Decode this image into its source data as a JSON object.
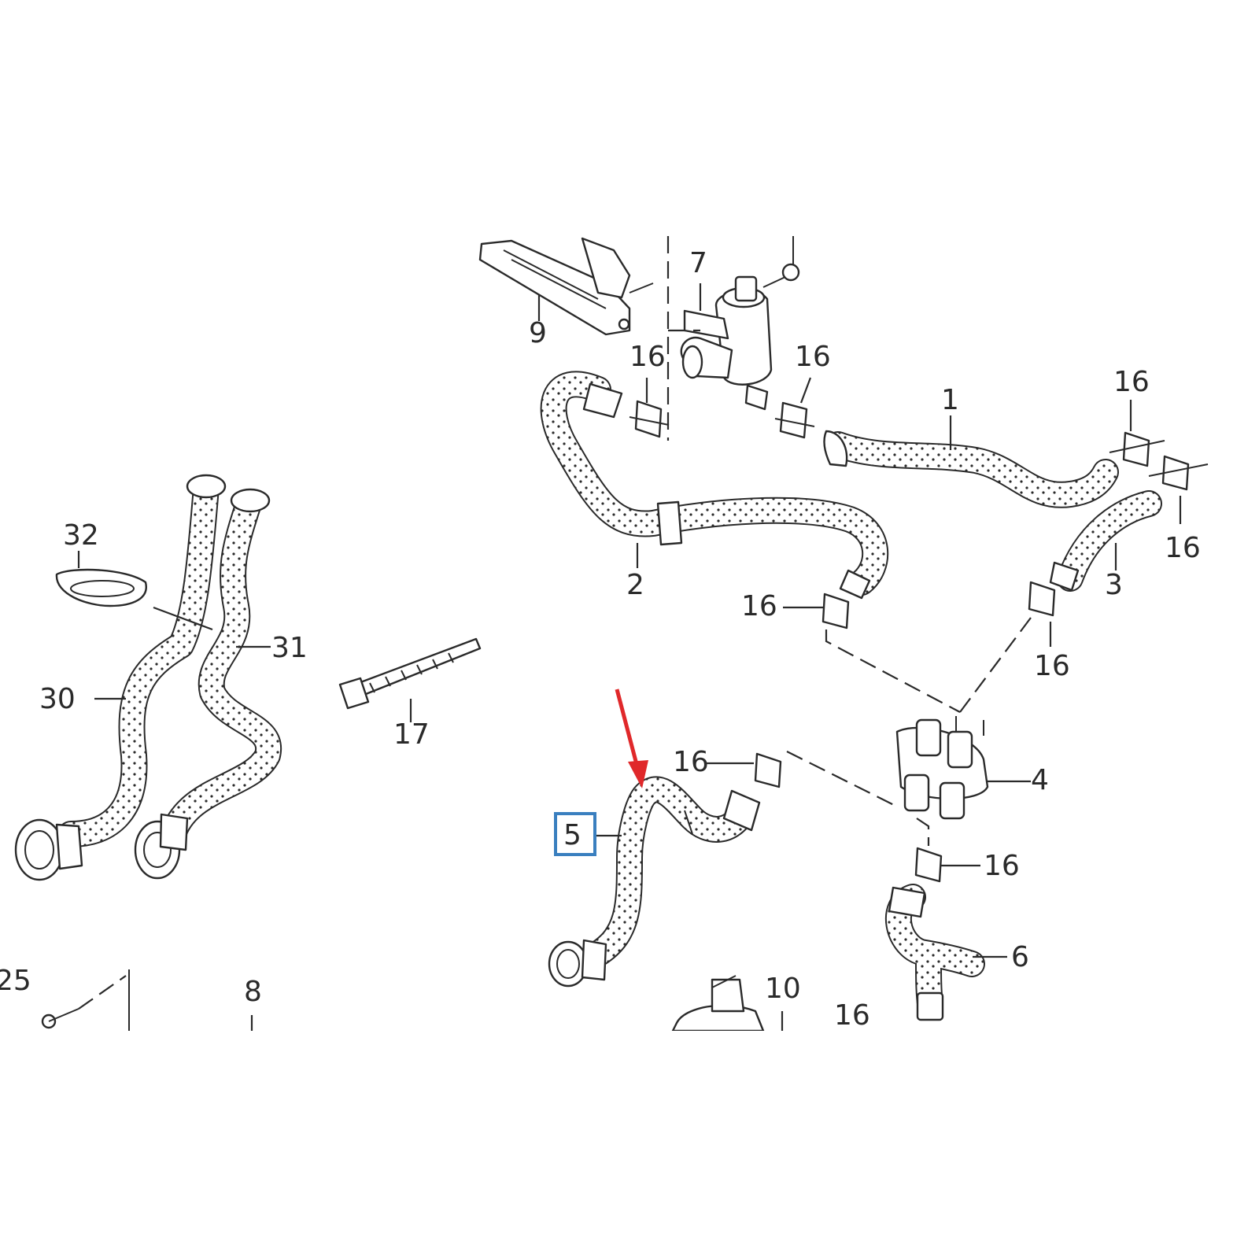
{
  "diagram": {
    "callouts": {
      "c1": "1",
      "c2": "2",
      "c3": "3",
      "c4": "4",
      "c5": "5",
      "c6": "6",
      "c7": "7",
      "c8": "8",
      "c9": "9",
      "c10": "10",
      "c16": "16",
      "c17": "17",
      "c25": "25",
      "c30": "30",
      "c31": "31",
      "c32": "32"
    },
    "highlighted_part": "5",
    "colors": {
      "arrow": "#e0282a",
      "highlight_box": "#3a7fbf",
      "linework": "#2a2a2a"
    }
  }
}
